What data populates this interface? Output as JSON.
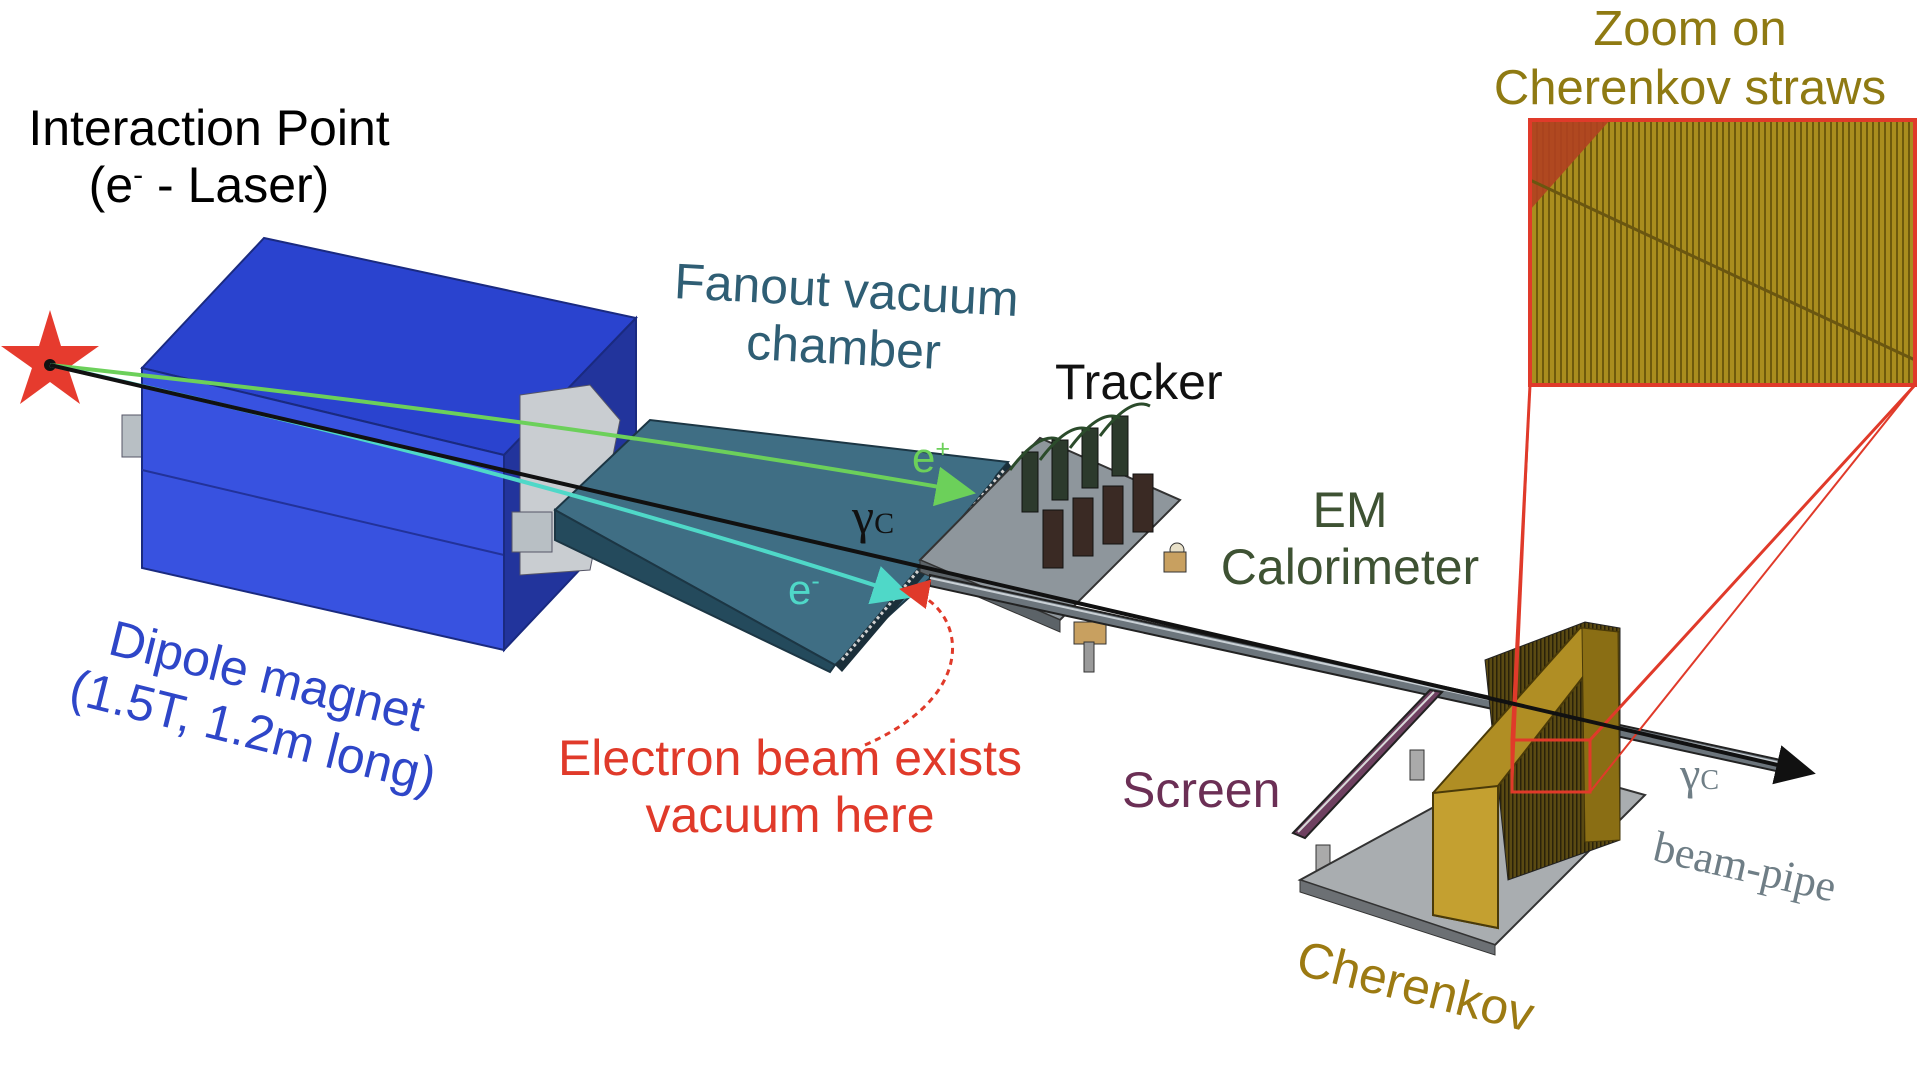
{
  "colors": {
    "black": "#111111",
    "magnet": "#2e46c8",
    "fanout": "#2f5e74",
    "tracker": "#111111",
    "calorimeter": "#3e5233",
    "screen": "#6b2f55",
    "cherenkov": "#9c7a12",
    "zoom": "#8f7a12",
    "zoom_frame": "#e03a2a",
    "electron_beam": "#e03a2a",
    "beampipe": "#6f7e86",
    "positron_track": "#6cd05a",
    "electron_track": "#4fd8c8"
  },
  "labels": {
    "interaction_point": {
      "line1": "Interaction Point",
      "line2": "(e",
      "line2_sup": "-",
      "line2_end": " - Laser)"
    },
    "fanout": {
      "line1": "Fanout vacuum",
      "line2": "chamber"
    },
    "tracker": "Tracker",
    "em_calorimeter": {
      "line1": "EM",
      "line2": "Calorimeter"
    },
    "zoom": {
      "line1": "Zoom on",
      "line2": "Cherenkov straws"
    },
    "dipole": {
      "line1": "Dipole magnet",
      "line2": "(1.5T, 1.2m long)"
    },
    "electron_beam": {
      "line1": "Electron beam exists",
      "line2": "vacuum here"
    },
    "screen": "Screen",
    "cherenkov": "Cherenkov",
    "beampipe": "beam-pipe",
    "gamma_symbol": "γ",
    "gamma_subscript": "C",
    "positron": {
      "base": "e",
      "sup": "+"
    },
    "electron": {
      "base": "e",
      "sup": "-"
    }
  }
}
